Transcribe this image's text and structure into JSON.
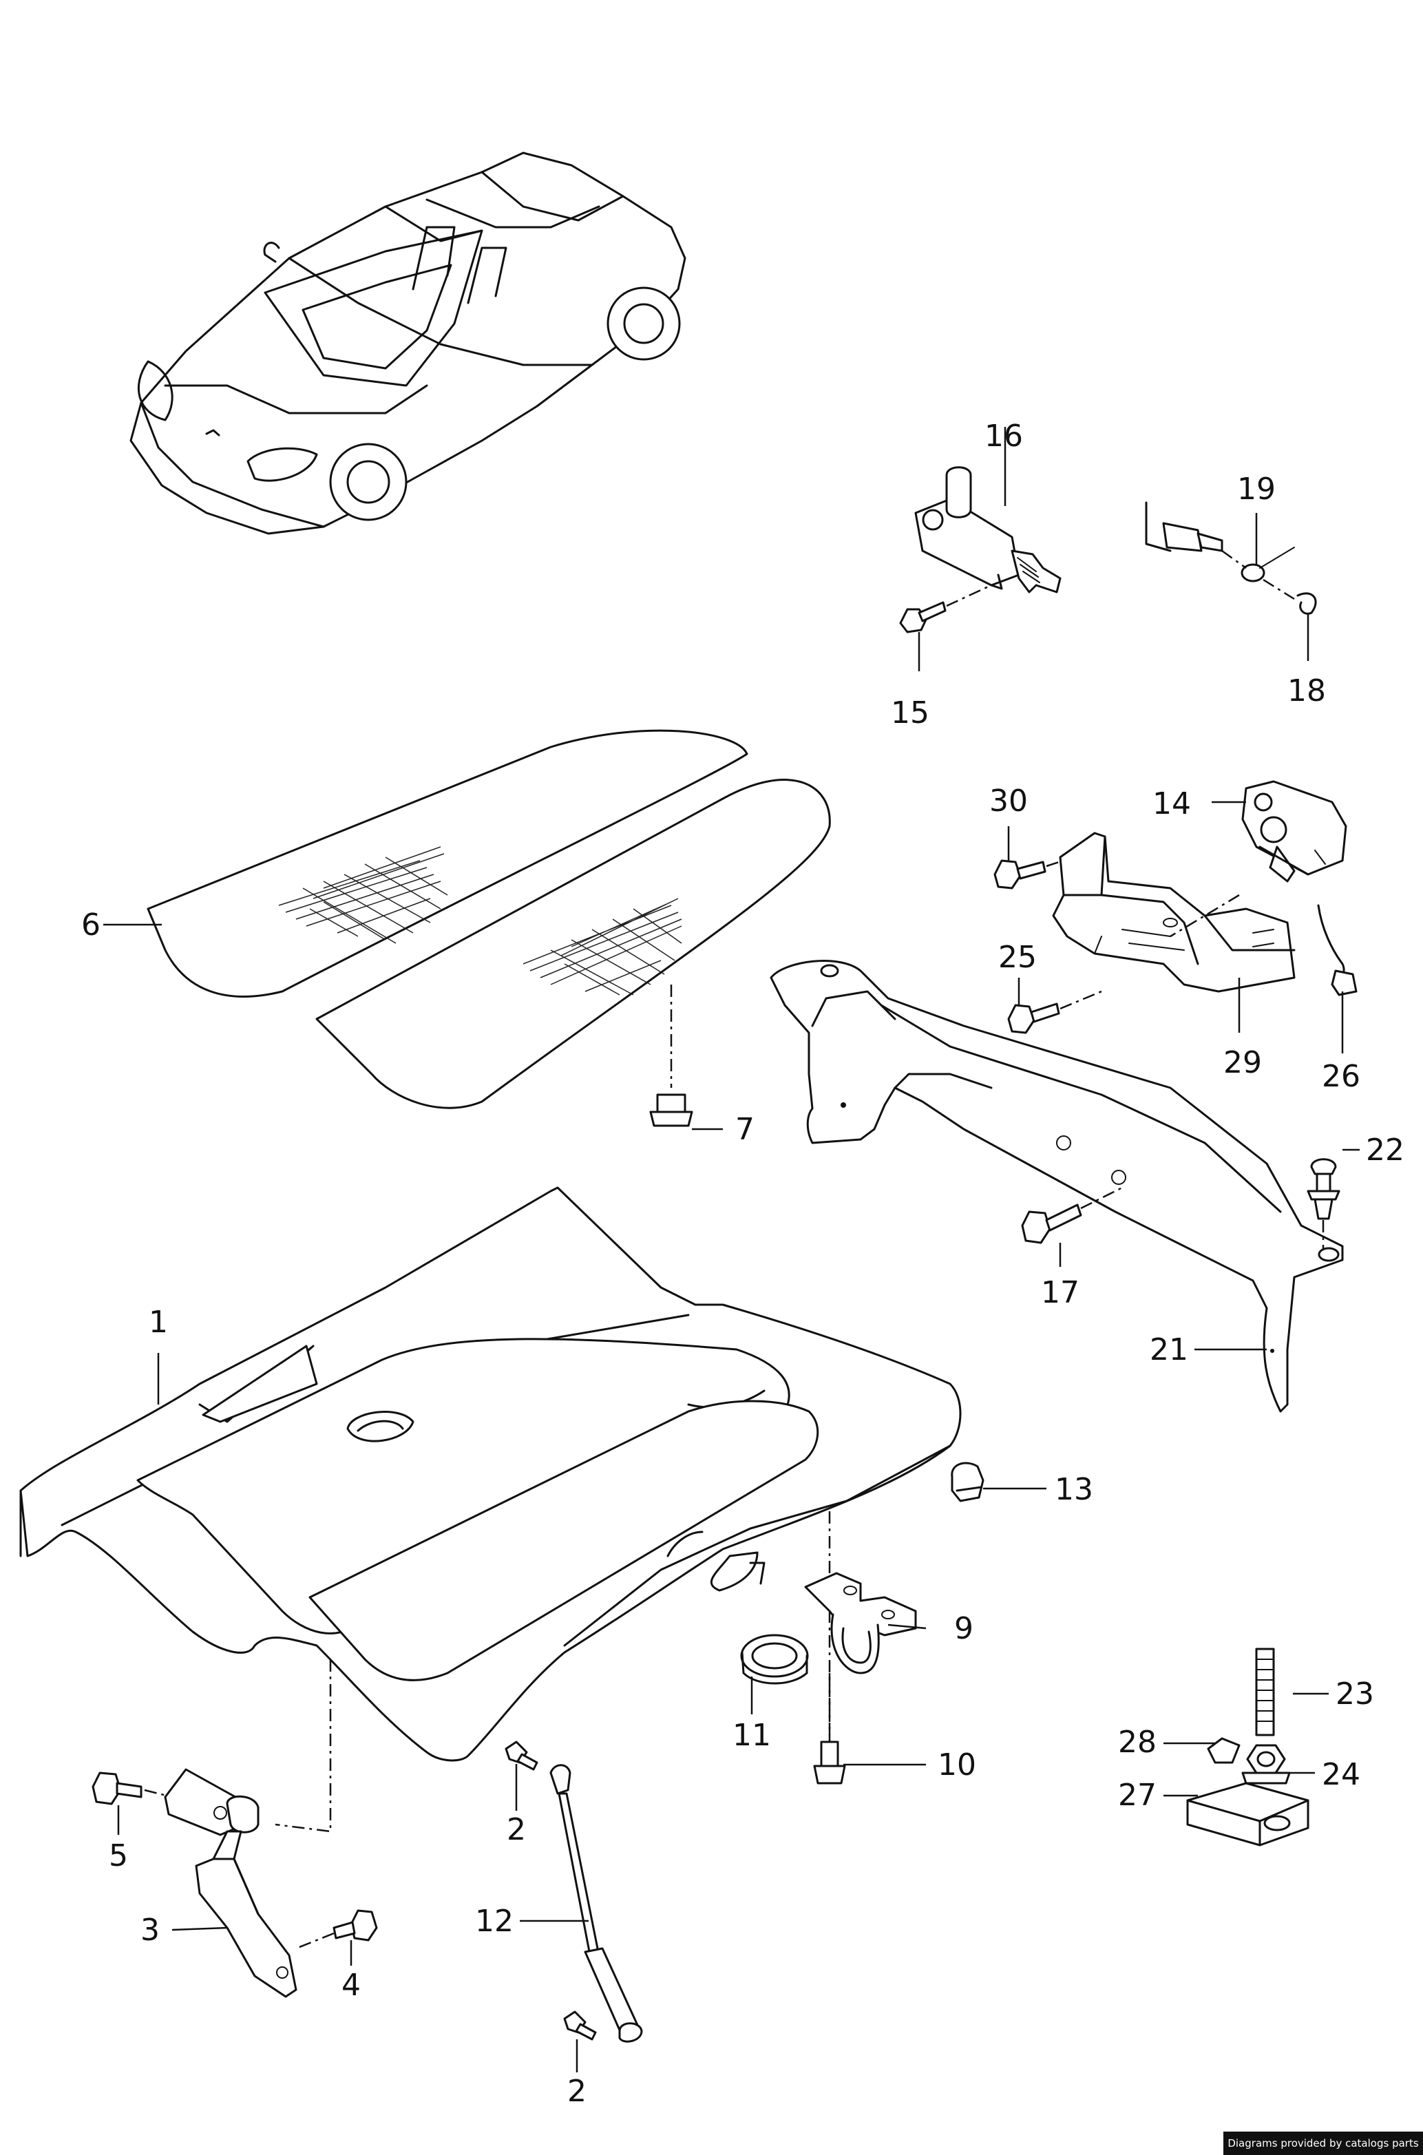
{
  "credit": "Diagrams provided by catalogs parts",
  "callouts": {
    "c1": "1",
    "c2a": "2",
    "c2b": "2",
    "c3": "3",
    "c4": "4",
    "c5": "5",
    "c6": "6",
    "c7": "7",
    "c9": "9",
    "c10": "10",
    "c11": "11",
    "c12": "12",
    "c13": "13",
    "c14": "14",
    "c15": "15",
    "c16": "16",
    "c17": "17",
    "c18": "18",
    "c19": "19",
    "c21": "21",
    "c22": "22",
    "c23": "23",
    "c24": "24",
    "c25": "25",
    "c26": "26",
    "c27": "27",
    "c28": "28",
    "c29": "29",
    "c30": "30"
  }
}
